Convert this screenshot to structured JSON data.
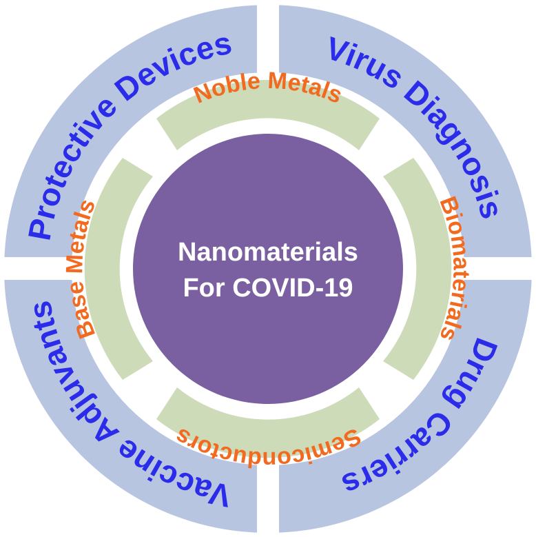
{
  "diagram": {
    "center": {
      "line1": "Nanomaterials",
      "line2": "For COVID-19",
      "color": "#7a5fa1"
    },
    "applications": [
      {
        "label": "Protective Devices"
      },
      {
        "label": "Virus Diagnosis"
      },
      {
        "label": "Drug Carriers"
      },
      {
        "label": "Vaccine Adjuvants"
      }
    ],
    "materials": [
      {
        "label": "Noble Metals"
      },
      {
        "label": "Biomaterials"
      },
      {
        "label": "Semiconductors"
      },
      {
        "label": "Base Metals"
      }
    ],
    "colors": {
      "outer_ring": "#b8c5e1",
      "inner_ring": "#cddbb8",
      "outer_text": "#2b2bea",
      "inner_text": "#f26a1f",
      "center_text": "#ffffff"
    }
  }
}
